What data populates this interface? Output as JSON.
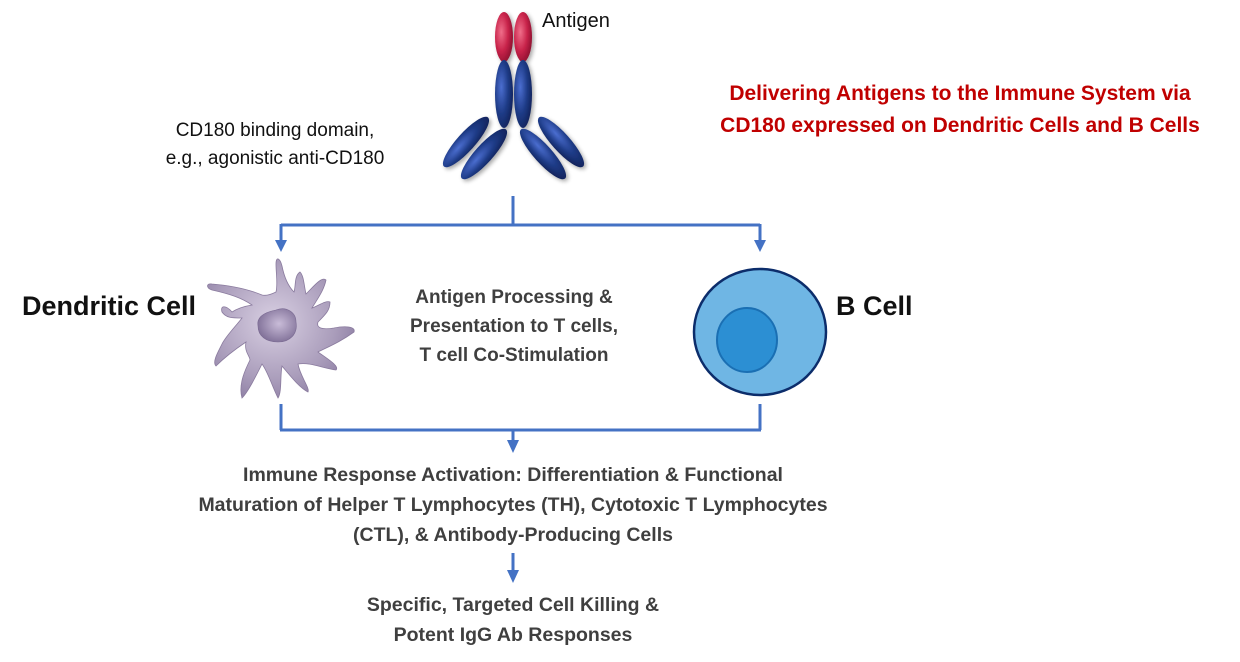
{
  "colors": {
    "connector": "#4472c4",
    "title": "#c00000",
    "antigen": "#c8234a",
    "antibody": "#1f3c88",
    "dendritic_cell": "#a89bb8",
    "dendritic_nucleus": "#8e7fa3",
    "b_cell_outer": "#6fb6e4",
    "b_cell_border": "#0c2d6b",
    "b_cell_nucleus": "#2c8fd3",
    "body_text": "#3f3f3f"
  },
  "antibody": {
    "antigen_label": "Antigen",
    "binding_domain_label": [
      "CD180 binding domain,",
      "e.g., agonistic anti-CD180"
    ]
  },
  "title": [
    "Delivering Antigens to the Immune System via",
    "CD180 expressed on Dendritic Cells and B Cells"
  ],
  "cells": {
    "dendritic_cell_label": "Dendritic Cell",
    "b_cell_label": "B Cell"
  },
  "process": [
    "Antigen Processing &",
    "Presentation to T cells,",
    "T cell Co-Stimulation"
  ],
  "activation": [
    "Immune Response Activation: Differentiation & Functional",
    "Maturation of Helper T Lymphocytes (TH), Cytotoxic T Lymphocytes",
    "(CTL), & Antibody-Producing Cells"
  ],
  "outcome": [
    "Specific, Targeted Cell Killing &",
    "Potent IgG Ab Responses"
  ]
}
